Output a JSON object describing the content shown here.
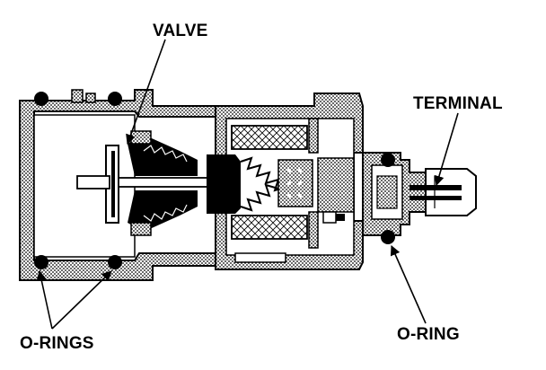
{
  "diagram": {
    "labels": {
      "valve": "VALVE",
      "terminal": "TERMINAL",
      "o_rings": "O-RINGS",
      "o_ring": "O-RING"
    },
    "colors": {
      "ink": "#000000",
      "paper": "#ffffff",
      "hatch": "#000000"
    }
  }
}
